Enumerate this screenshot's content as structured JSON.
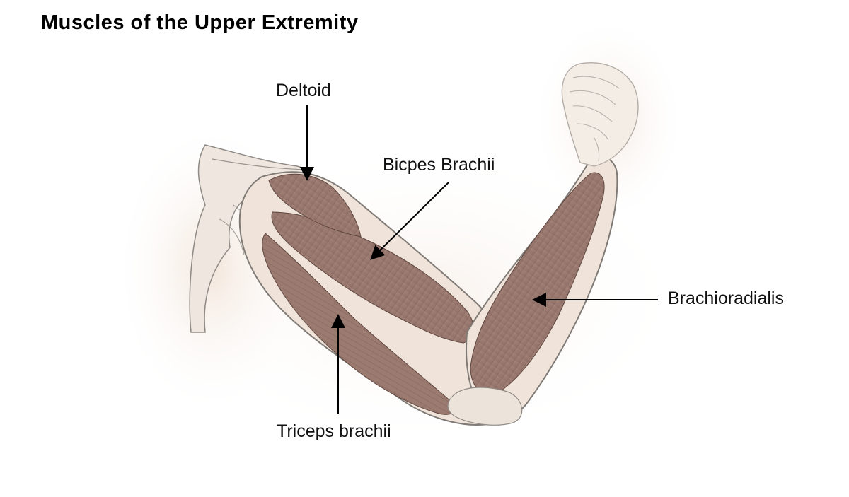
{
  "title": "Muscles of the Upper Extremity",
  "labels": {
    "deltoid": "Deltoid",
    "biceps": "Bicpes Brachii",
    "brachioradialis": "Brachioradialis",
    "triceps": "Triceps brachii"
  },
  "colors": {
    "muscle": "#9b7b72",
    "muscle_dark": "#6f544c",
    "skin_glow": "#f2e3d8",
    "bone": "#e9e1d8",
    "outline": "#8a8580"
  }
}
